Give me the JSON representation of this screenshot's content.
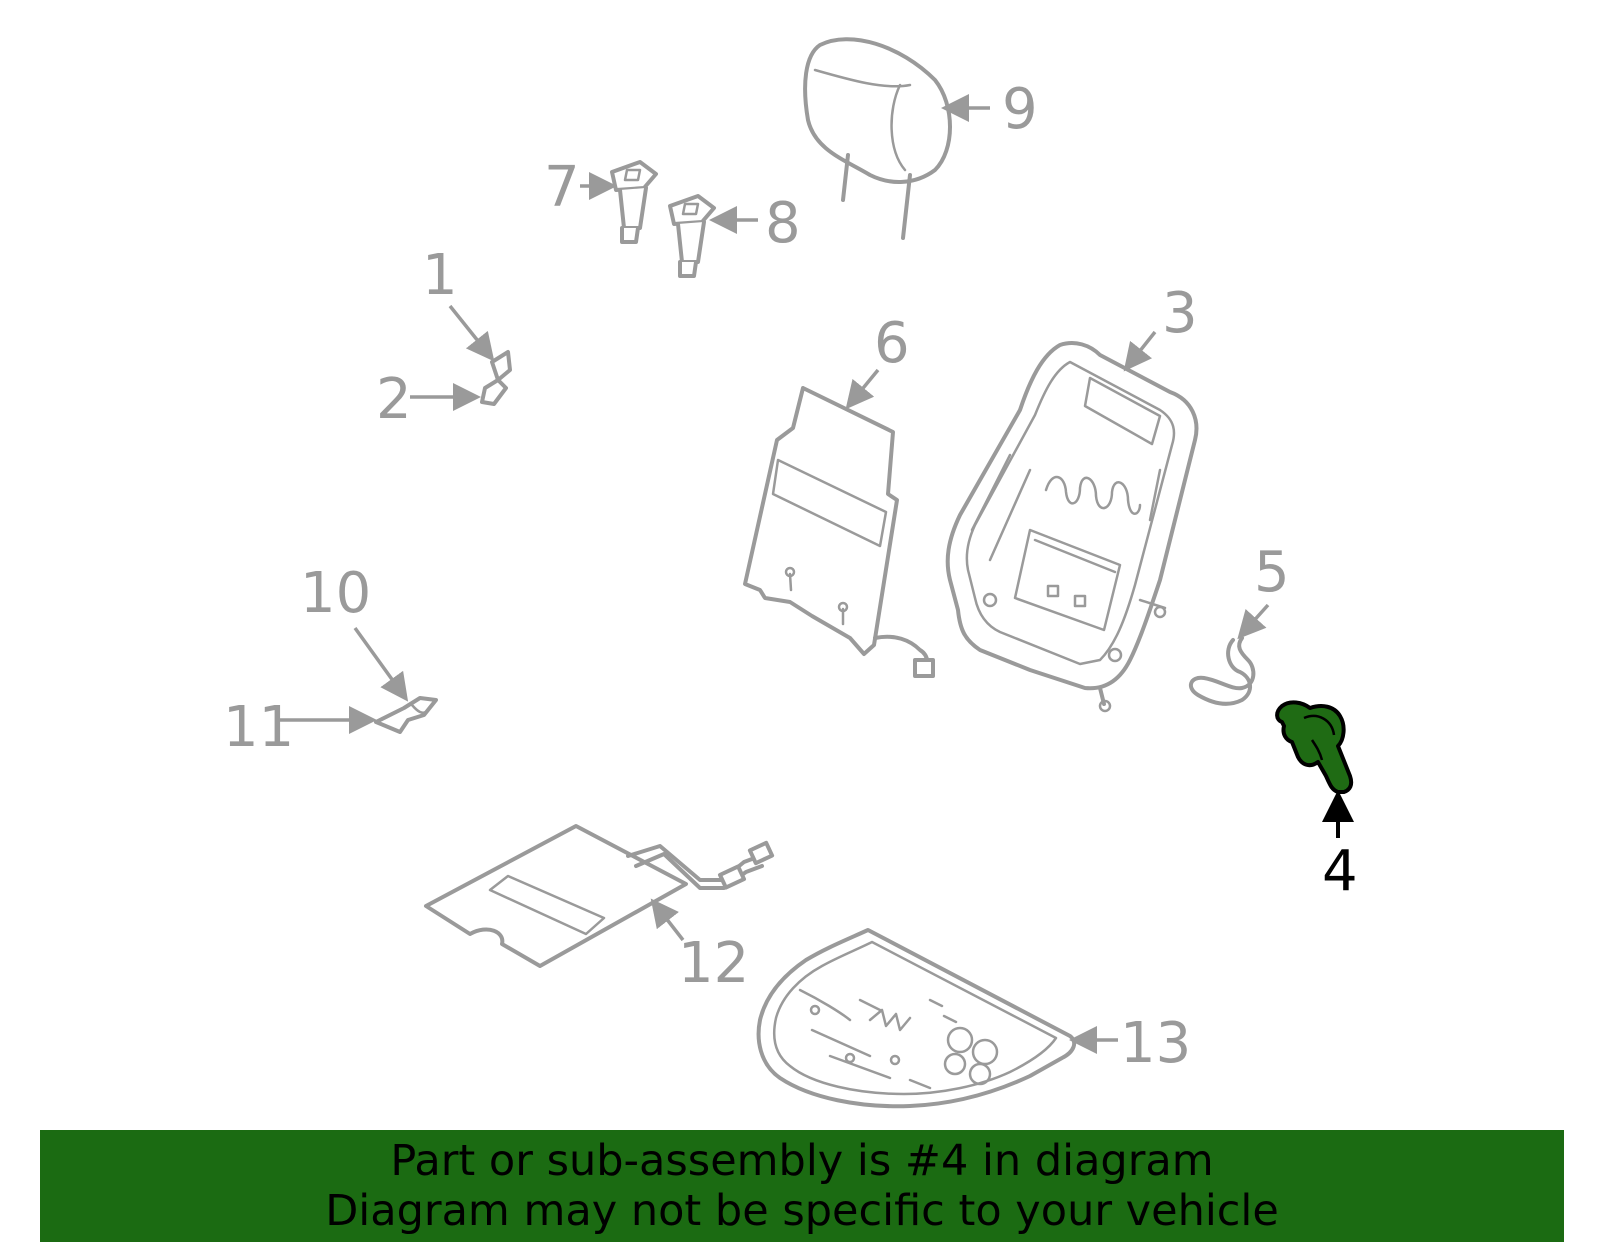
{
  "colors": {
    "banner_bg": "#1b6b12",
    "highlight_fill": "#1f6b14",
    "part_stroke": "#9a9a9a",
    "highlight_text": "#000000"
  },
  "callouts": {
    "c1": "1",
    "c2": "2",
    "c3": "3",
    "c4": "4",
    "c5": "5",
    "c6": "6",
    "c7": "7",
    "c8": "8",
    "c9": "9",
    "c10": "10",
    "c11": "11",
    "c12": "12",
    "c13": "13"
  },
  "highlighted_part": "4",
  "banner": {
    "line1": "Part or sub-assembly is #4 in diagram",
    "line2": "Diagram may not be specific to your vehicle"
  }
}
